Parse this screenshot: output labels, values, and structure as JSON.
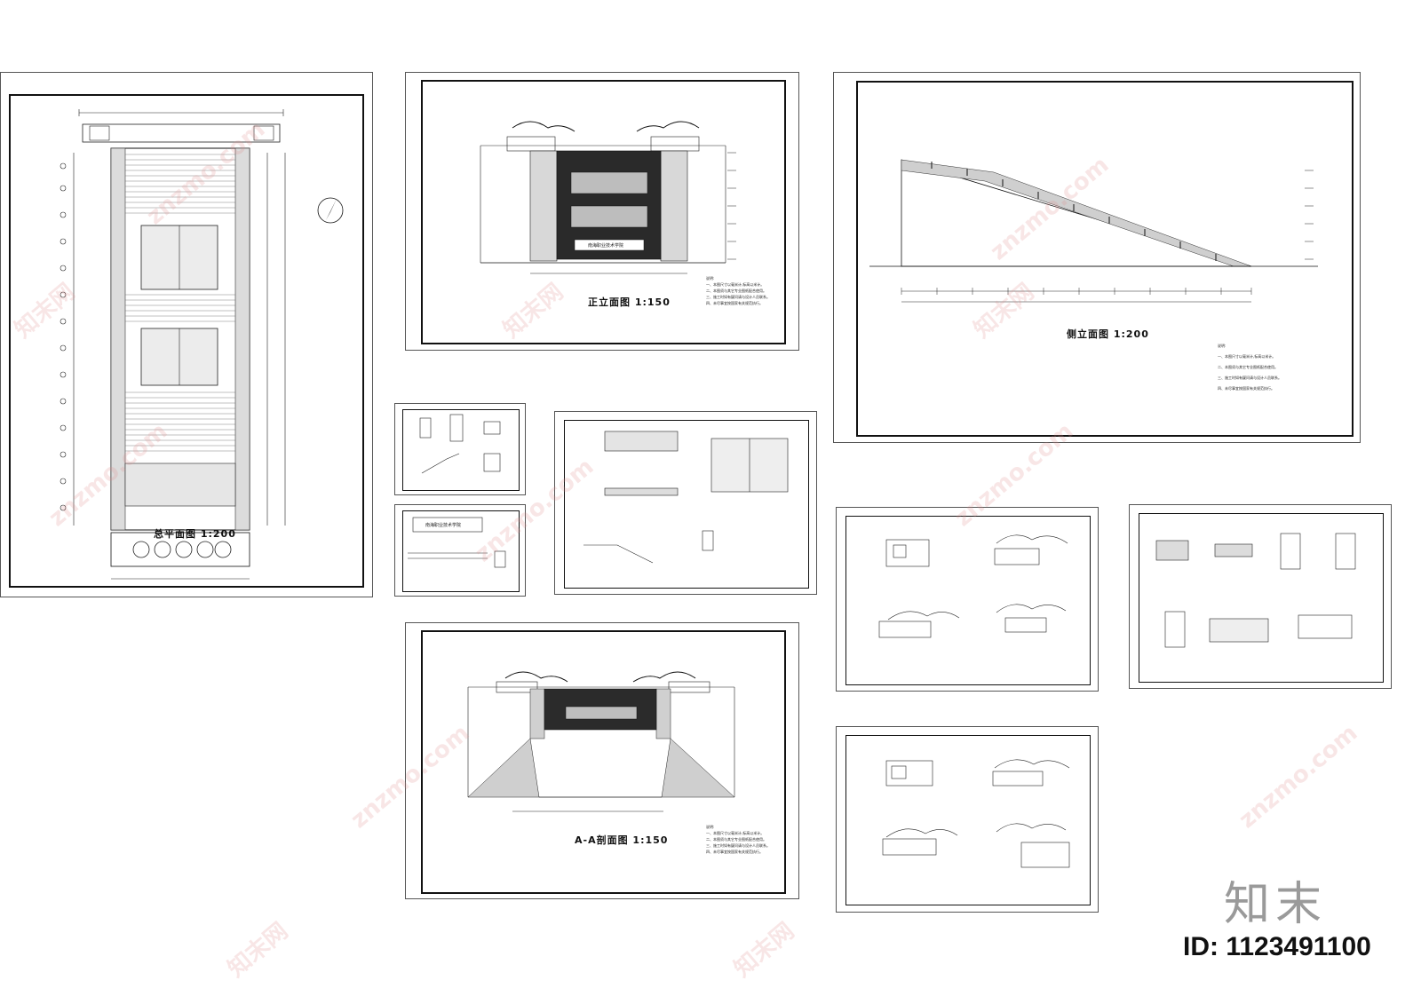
{
  "watermark": {
    "site": "znzmo.com",
    "cn": "知末网"
  },
  "brand": {
    "logo_text": "知末",
    "id_label": "ID: 1123491100"
  },
  "sheets": {
    "plan": {
      "title": "总平面图 1:200"
    },
    "front": {
      "title": "正立面图 1:150",
      "plaque": "南海职业技术学院",
      "notes_title": "说明:",
      "notes": [
        "一、本图尺寸以毫米计,标高以米计。",
        "二、本图须与其它专业图纸配合使用。",
        "三、施工时如有疑问请与设计人员联系。",
        "四、未尽事宜按国家有关规范执行。"
      ]
    },
    "side": {
      "title": "侧立面图 1:200",
      "notes_title": "说明:",
      "notes": [
        "一、本图尺寸以毫米计,标高以米计。",
        "二、本图须与其它专业图纸配合使用。",
        "三、施工时如有疑问请与设计人员联系。",
        "四、未尽事宜按国家有关规范执行。"
      ]
    },
    "section": {
      "title": "A-A剖面图 1:150",
      "notes_title": "说明:",
      "notes": [
        "一、本图尺寸以毫米计,标高以米计。",
        "二、本图须与其它专业图纸配合使用。",
        "三、施工时如有疑问请与设计人员联系。",
        "四、未尽事宜按国家有关规范执行。"
      ]
    },
    "plaque_sheet": {
      "plaque": "南海职业技术学院"
    }
  }
}
